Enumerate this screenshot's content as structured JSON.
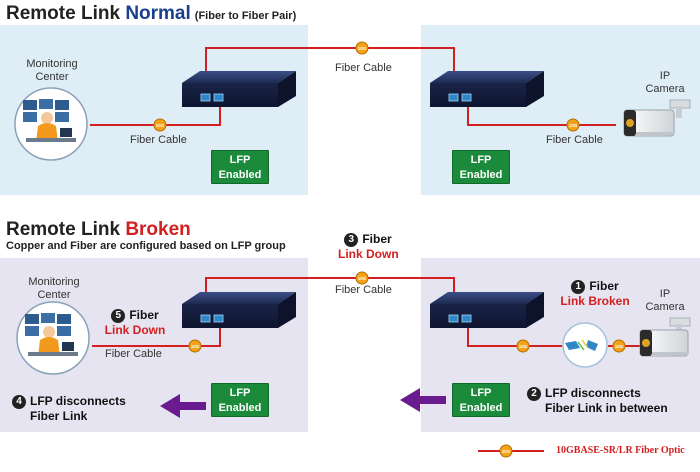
{
  "top": {
    "title_prefix": "Remote Link ",
    "title_accent": "Normal",
    "title_note": "(Fiber to Fiber Pair)",
    "monitoring_center": "Monitoring\nCenter",
    "ip_camera": "IP\nCamera",
    "fiber_cable_left": "Fiber Cable",
    "fiber_cable_mid": "Fiber Cable",
    "fiber_cable_right": "Fiber Cable",
    "lfp_left": "LFP\nEnabled",
    "lfp_right": "LFP\nEnabled"
  },
  "bottom": {
    "title_prefix": "Remote Link ",
    "title_accent": "Broken",
    "subtitle": "Copper and Fiber are configured based on LFP group",
    "step3_title": "Fiber",
    "step3_status": "Link Down",
    "step3_num": "3",
    "fiber_cable_mid": "Fiber Cable",
    "monitoring_center": "Monitoring\nCenter",
    "ip_camera": "IP\nCamera",
    "step5_num": "5",
    "step5_title": "Fiber",
    "step5_status": "Link Down",
    "fiber_cable_left": "Fiber Cable",
    "step1_num": "1",
    "step1_title": "Fiber",
    "step1_status": "Link Broken",
    "lfp_left": "LFP\nEnabled",
    "lfp_right": "LFP\nEnabled",
    "step4_num": "4",
    "step4_line1": "LFP disconnects",
    "step4_line2": "Fiber Link",
    "step2_num": "2",
    "step2_line1": "LFP disconnects",
    "step2_line2": "Fiber Link in between"
  },
  "legend": {
    "label": "10GBASE-SR/LR Fiber Optic",
    "badge": "10G"
  },
  "colors": {
    "fiber": "#d21f1f",
    "lfp": "#1b8a3a",
    "arrow": "#6a1b8f",
    "accent_blue": "#1a3f8f",
    "accent_red": "#d21f1f",
    "panel_top": "#dfeef6",
    "panel_bottom": "#e6e4f1"
  }
}
